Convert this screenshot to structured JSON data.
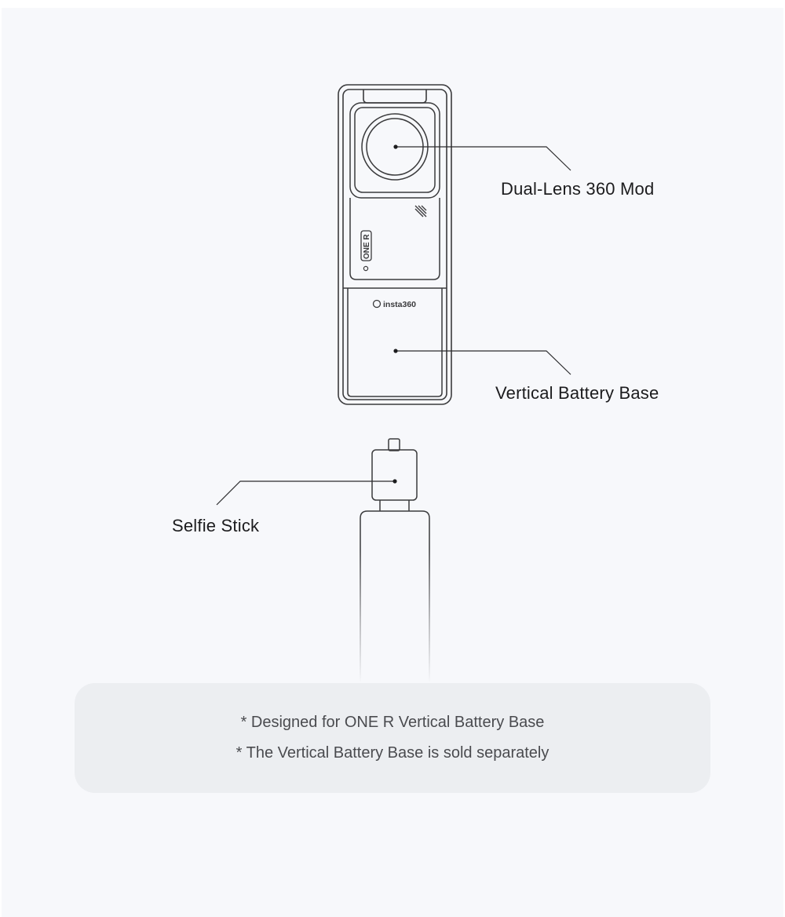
{
  "callouts": {
    "dual_lens": "Dual-Lens 360 Mod",
    "battery_base": "Vertical Battery Base",
    "selfie_stick": "Selfie Stick"
  },
  "device": {
    "brand_logo_text": "insta360",
    "model_badge_text": "ONE R"
  },
  "notes": [
    "* Designed for ONE R Vertical Battery Base",
    "* The Vertical Battery Base is sold separately"
  ],
  "colors": {
    "background": "#f7f8fb",
    "note_box": "#eceef1",
    "outline": "#3a3a3c",
    "text": "#1c1c1e"
  },
  "icons": {
    "lens": "camera-lens-icon",
    "logo": "insta360-logo-icon",
    "marker": "touch-marker-icon"
  }
}
